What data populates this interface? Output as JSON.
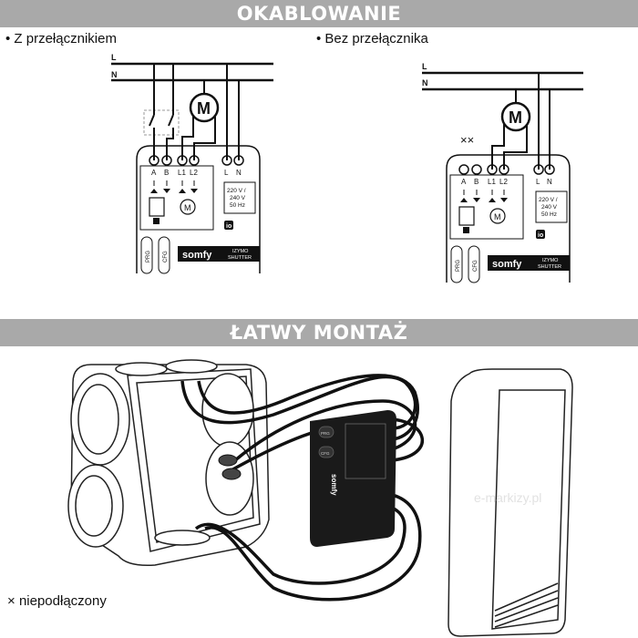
{
  "sections": {
    "wiring_title": "OKABLOWANIE",
    "mounting_title": "ŁATWY MONTAŻ"
  },
  "wiring": {
    "with_switch": "• Z przełącznikiem",
    "without_switch": "• Bez przełącznika",
    "line_labels": {
      "L": "L",
      "N": "N"
    },
    "motor": "M",
    "terminals": [
      "A",
      "B",
      "L1",
      "L2",
      "L",
      "N"
    ],
    "voltage": [
      "220 V /",
      "240 V",
      "50 Hz"
    ],
    "io_badge": "io",
    "brand": "somfy",
    "product": [
      "IZYMO",
      "SHUTTER"
    ],
    "buttons": [
      "PRG",
      "CFG"
    ],
    "unconnected_mark": "××"
  },
  "mounting": {
    "legend_mark": "×",
    "legend_text": "niepodłączony",
    "watermark": "e-markizy.pl",
    "module_labels": [
      "PRG",
      "CFG",
      "somfy"
    ]
  }
}
